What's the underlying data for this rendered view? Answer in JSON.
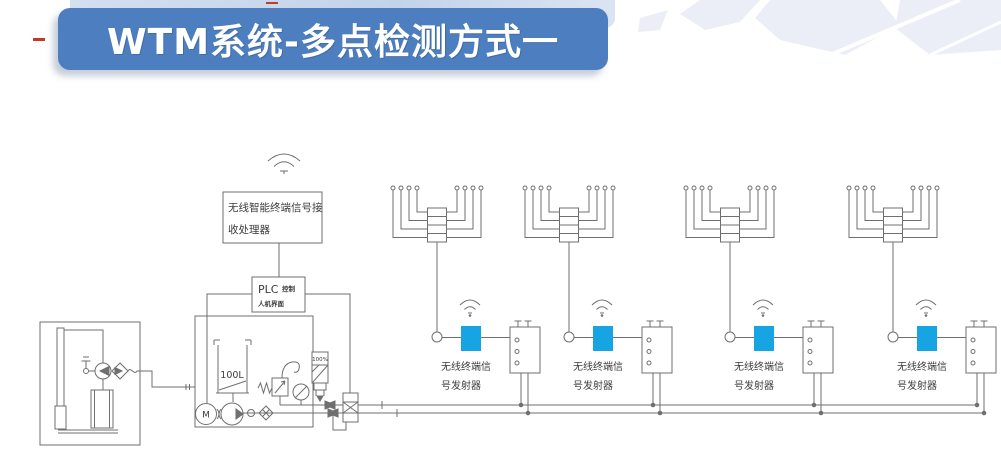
{
  "title": {
    "text": "WTM系统-多点检测方式一"
  },
  "colors": {
    "banner_bg": "#4d7fc0",
    "banner_band": "#c3d3ea",
    "line": "#6f6f6f",
    "accent_blue": "#16a5e2",
    "red_dash": "#c0392b",
    "watermark": "#e7eaf4"
  },
  "icons": {
    "wireless_signal": "wifi-icon"
  },
  "receiver": {
    "label_line1": "无线智能终端信号接",
    "label_line2": "收处理器"
  },
  "plc": {
    "label_main": "PLC",
    "label_sub": "控制",
    "label_line2": "人机界面"
  },
  "process": {
    "tank_label": "100L",
    "motor_label": "M",
    "instrument_label": "100%"
  },
  "transmitters": {
    "units": [
      {
        "label_line1": "无线终端信",
        "label_line2": "号发射器"
      },
      {
        "label_line1": "无线终端信",
        "label_line2": "号发射器"
      },
      {
        "label_line1": "无线终端信",
        "label_line2": "号发射器"
      },
      {
        "label_line1": "无线终端信",
        "label_line2": "号发射器"
      }
    ]
  }
}
